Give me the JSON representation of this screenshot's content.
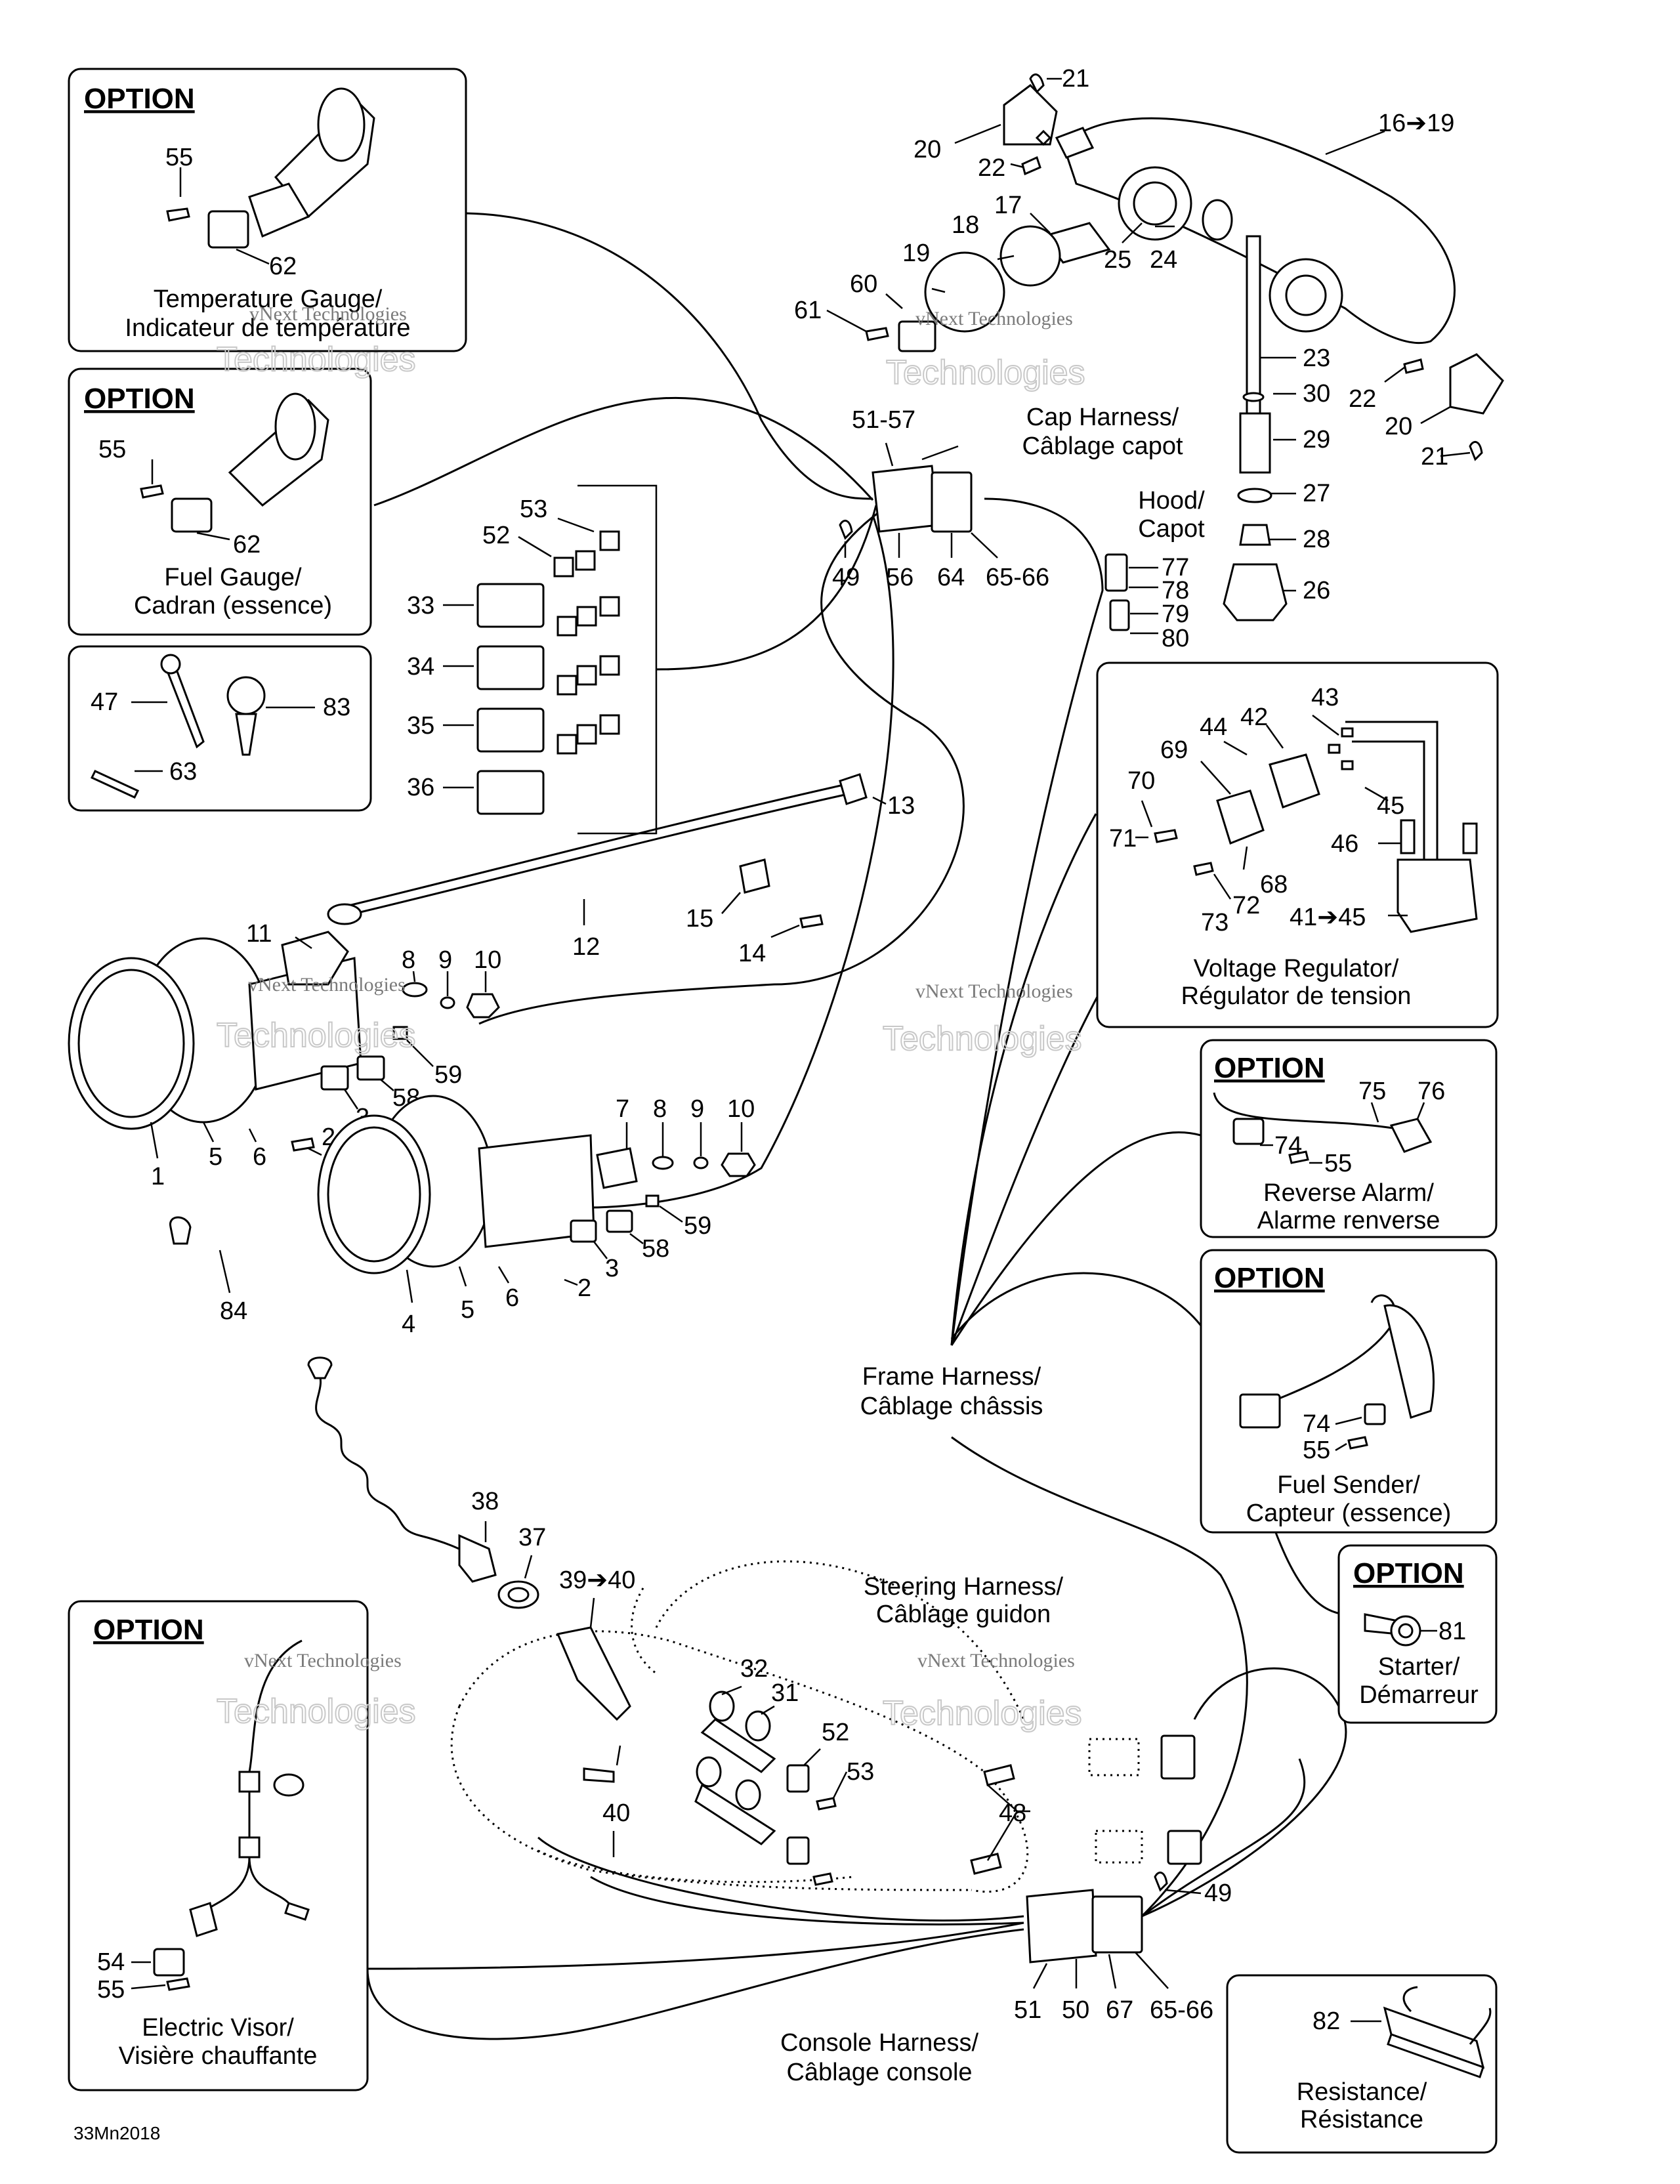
{
  "drawing_code": "33Mn2018",
  "watermark": {
    "line1": "vNext Technologies",
    "line2": "Technologies"
  },
  "option_label": "OPTION",
  "captions": {
    "temperature_gauge": [
      "Temperature Gauge/",
      "Indicateur de température"
    ],
    "fuel_gauge": [
      "Fuel Gauge/",
      "Cadran (essence)"
    ],
    "cap_harness": [
      "Cap Harness/",
      "Câblage capot"
    ],
    "hood": [
      "Hood/",
      "Capot"
    ],
    "voltage_regulator": [
      "Voltage Regulator/",
      "Régulator de tension"
    ],
    "reverse_alarm": [
      "Reverse Alarm/",
      "Alarme renverse"
    ],
    "frame_harness": [
      "Frame Harness/",
      "Câblage châssis"
    ],
    "fuel_sender": [
      "Fuel Sender/",
      "Capteur (essence)"
    ],
    "starter": [
      "Starter/",
      "Démarreur"
    ],
    "steering_harness": [
      "Steering Harness/",
      "Câblage guidon"
    ],
    "electric_visor": [
      "Electric Visor/",
      "Visière chauffante"
    ],
    "console_harness": [
      "Console Harness/",
      "Câblage console"
    ],
    "resistance": [
      "Resistance/",
      "Résistance"
    ]
  },
  "callouts": {
    "temp_55": "55",
    "temp_62": "62",
    "fuel_55": "55",
    "fuel_62": "62",
    "p47": "47",
    "p83": "83",
    "p63": "63",
    "p53a": "53",
    "p52a": "52",
    "p33": "33",
    "p34": "34",
    "p35": "35",
    "p36": "36",
    "p21a": "21",
    "p20a": "20",
    "p22a": "22",
    "p16_19": "16➔19",
    "p17": "17",
    "p18": "18",
    "p19": "19",
    "p25": "25",
    "p24": "24",
    "p60": "60",
    "p61": "61",
    "p23": "23",
    "p22b": "22",
    "p30": "30",
    "p20b": "20",
    "p29": "29",
    "p21b": "21",
    "p27": "27",
    "p28": "28",
    "p26": "26",
    "p51_57": "51-57",
    "p49a": "49",
    "p56": "56",
    "p64": "64",
    "p65_66a": "65-66",
    "p77": "77",
    "p78": "78",
    "p79": "79",
    "p80": "80",
    "p43": "43",
    "p44": "44",
    "p42": "42",
    "p69": "69",
    "p70": "70",
    "p45": "45",
    "p71": "71",
    "p46": "46",
    "p68": "68",
    "p72": "72",
    "p73": "73",
    "p41_45": "41➔45",
    "p13": "13",
    "p12": "12",
    "p15": "15",
    "p14": "14",
    "p11": "11",
    "p8a": "8",
    "p9a": "9",
    "p10a": "10",
    "p59a": "59",
    "p58a": "58",
    "p3a": "3",
    "p2a": "2",
    "p6a": "6",
    "p5a": "5",
    "p1": "1",
    "p84": "84",
    "p7": "7",
    "p8b": "8",
    "p9b": "9",
    "p10b": "10",
    "p59b": "59",
    "p58b": "58",
    "p3b": "3",
    "p2b": "2",
    "p6b": "6",
    "p5b": "5",
    "p4": "4",
    "p75": "75",
    "p76": "76",
    "p74a": "74",
    "p55a": "55",
    "p74b": "74",
    "p55b": "55",
    "p81": "81",
    "p38": "38",
    "p37": "37",
    "p39_40": "39➔40",
    "p32": "32",
    "p31": "31",
    "p52b": "52",
    "p53b": "53",
    "p40": "40",
    "p48": "48",
    "p49b": "49",
    "p54": "54",
    "p55c": "55",
    "p51": "51",
    "p50": "50",
    "p67": "67",
    "p65_66b": "65-66",
    "p82": "82"
  }
}
